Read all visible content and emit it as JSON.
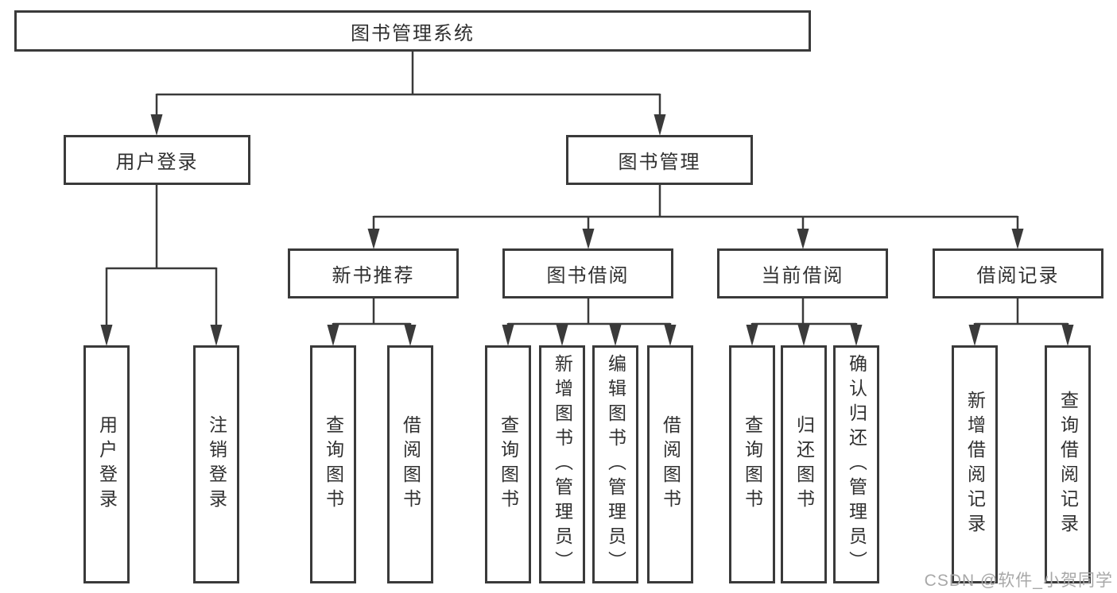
{
  "tree": {
    "label": "图书管理系统",
    "children": [
      {
        "label": "用户登录",
        "children": [
          {
            "label": "用户登录"
          },
          {
            "label": "注销登录"
          }
        ]
      },
      {
        "label": "图书管理",
        "children": [
          {
            "label": "新书推荐",
            "children": [
              {
                "label": "查询图书"
              },
              {
                "label": "借阅图书"
              }
            ]
          },
          {
            "label": "图书借阅",
            "children": [
              {
                "label": "查询图书"
              },
              {
                "label": "新增图书（管理员）"
              },
              {
                "label": "编辑图书（管理员）"
              },
              {
                "label": "借阅图书"
              }
            ]
          },
          {
            "label": "当前借阅",
            "children": [
              {
                "label": "查询图书"
              },
              {
                "label": "归还图书"
              },
              {
                "label": "确认归还（管理员）"
              }
            ]
          },
          {
            "label": "借阅记录",
            "children": [
              {
                "label": "新增借阅记录"
              },
              {
                "label": "查询借阅记录"
              }
            ]
          }
        ]
      }
    ]
  },
  "watermark": {
    "text": "CSDN @软件_小贺同学"
  },
  "colors": {
    "line": "#3a3a3a",
    "box_border": "#3a3a3a",
    "box_background": "#ffffff",
    "text": "#303030",
    "watermark": "#a8a8a8"
  }
}
